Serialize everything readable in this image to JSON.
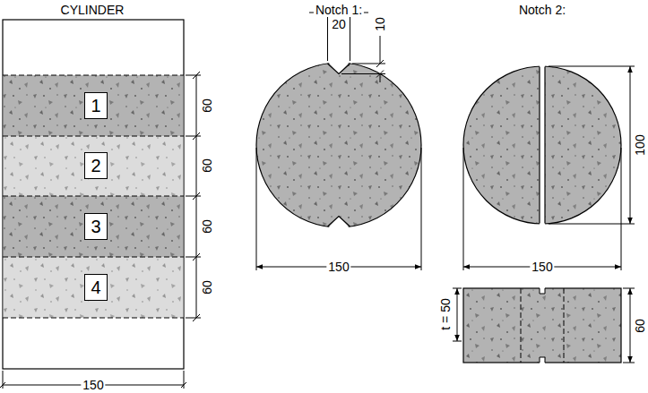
{
  "diagram": {
    "nodes": [
      {
        "text": [
          "1"
        ]
      },
      {
        "text": [
          "2"
        ]
      },
      {
        "text": [
          "3"
        ]
      },
      {
        "text": [
          "4"
        ]
      }
    ],
    "labels": [
      "CYLINDER",
      "Notch 1:",
      "Notch 2:",
      "60",
      "60",
      "60",
      "60",
      "150",
      "20",
      "10",
      "150",
      "100",
      "150",
      "t = 50",
      "60"
    ]
  }
}
